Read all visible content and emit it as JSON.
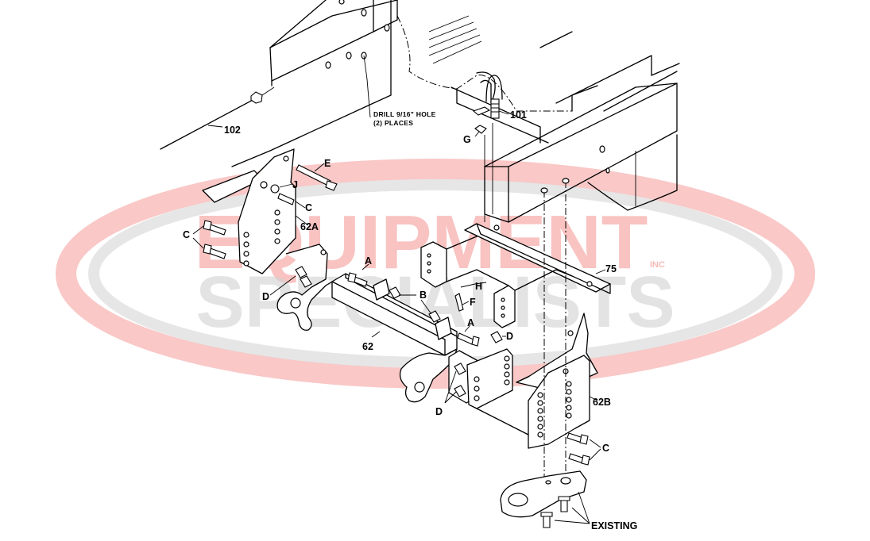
{
  "watermark": {
    "line1": "EQUIPMENT",
    "line2": "SPECIALISTS",
    "inc": "INC",
    "colors": {
      "red": "#e5231b",
      "gray": "#9a9a9a"
    }
  },
  "note": {
    "line1": "DRILL 9/16\" HOLE",
    "line2": "(2) PLACES"
  },
  "labels": {
    "p102": "102",
    "p101": "101",
    "G": "G",
    "E": "E",
    "J": "J",
    "C_upper": "C",
    "C_left": "C",
    "p62A": "62A",
    "p75": "75",
    "A_left": "A",
    "H": "H",
    "F": "F",
    "D_left": "D",
    "B": "B",
    "A_right": "A",
    "D_right": "D",
    "p62": "62",
    "D_bottom": "D",
    "p62B": "62B",
    "C_right": "C",
    "existing": "EXISTING"
  }
}
